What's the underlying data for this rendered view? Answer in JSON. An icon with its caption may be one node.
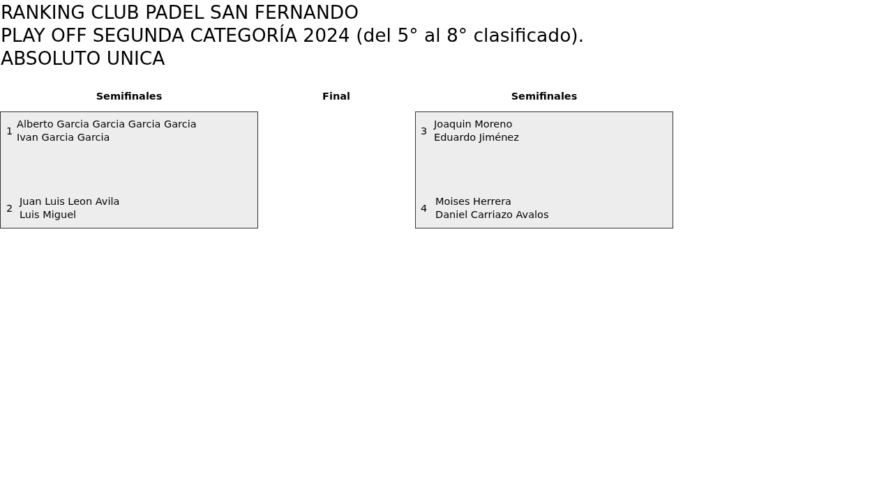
{
  "diagram": {
    "title": "RANKING CLUB PADEL SAN FERNANDO",
    "nodes": [
      {
        "text": [
          "1",
          "Alberto Garcia Garcia Garcia Garcia",
          "Ivan Garcia Garcia",
          "2",
          "Juan Luis Leon Avila",
          "Luis Miguel"
        ]
      },
      {
        "text": [
          "3",
          "Joaquin Moreno",
          "Eduardo Jiménez",
          "4",
          "Moises Herrera",
          "Daniel Carriazo Avalos"
        ]
      }
    ],
    "labels": [
      "PLAY OFF SEGUNDA CATEGORÍA 2024 (del 5° al 8° clasificado).",
      "ABSOLUTO UNICA",
      "Semifinales",
      "Final",
      "Semifinales"
    ]
  }
}
